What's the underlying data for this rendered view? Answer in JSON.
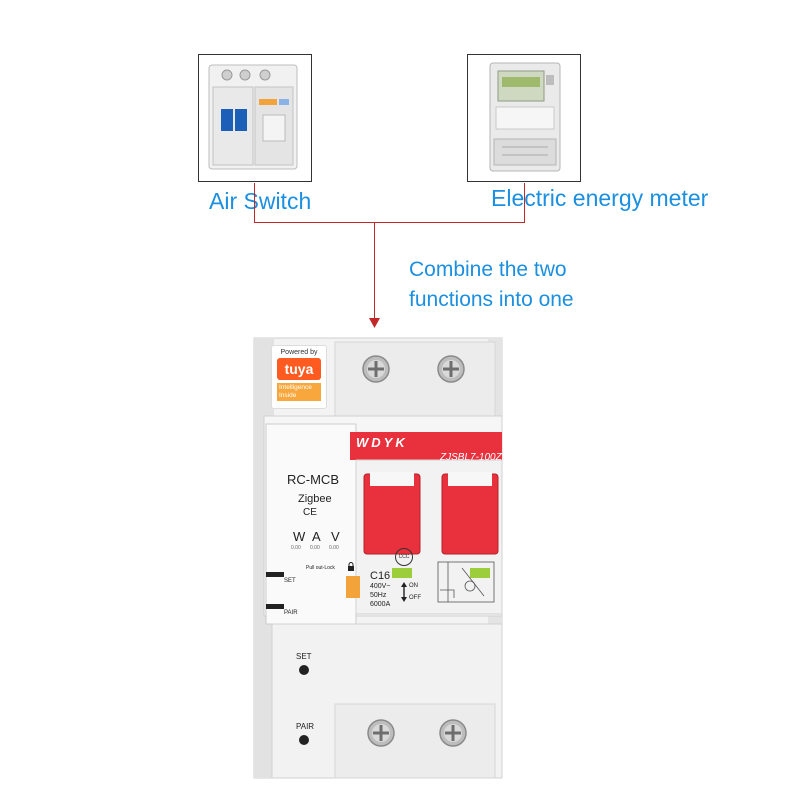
{
  "captions": {
    "air_switch": "Air Switch",
    "energy_meter": "Electric energy meter"
  },
  "headline": {
    "line1": "Combine the two",
    "line2": "functions into one"
  },
  "device": {
    "tuya_badge": {
      "powered_by": "Powered by",
      "brand": "tuya",
      "line1": "Intelligence",
      "line2": "Inside"
    },
    "brand_mark": "WDYK",
    "model": "ZJSBL7-100Z",
    "title": "RC-MCB",
    "protocol": "Zigbee",
    "ce_mark": "CE",
    "meter_labels": [
      "W",
      "A",
      "V"
    ],
    "meter_values": [
      "0.00",
      "0.00",
      "0.00"
    ],
    "set_label": "SET",
    "pair_label": "PAIR",
    "pull_lock": "Pull out-Lock",
    "rating": "C16",
    "voltage": "400V~",
    "freq": "50Hz",
    "breaking": "6000A",
    "on_label": "ON",
    "off_label": "OFF",
    "cert": "CCC"
  },
  "colors": {
    "accent_blue": "#1b8fe0",
    "wire_red": "#c0282a",
    "breaker_red": "#e8313c",
    "tuya_orange": "#ff5a1f"
  }
}
